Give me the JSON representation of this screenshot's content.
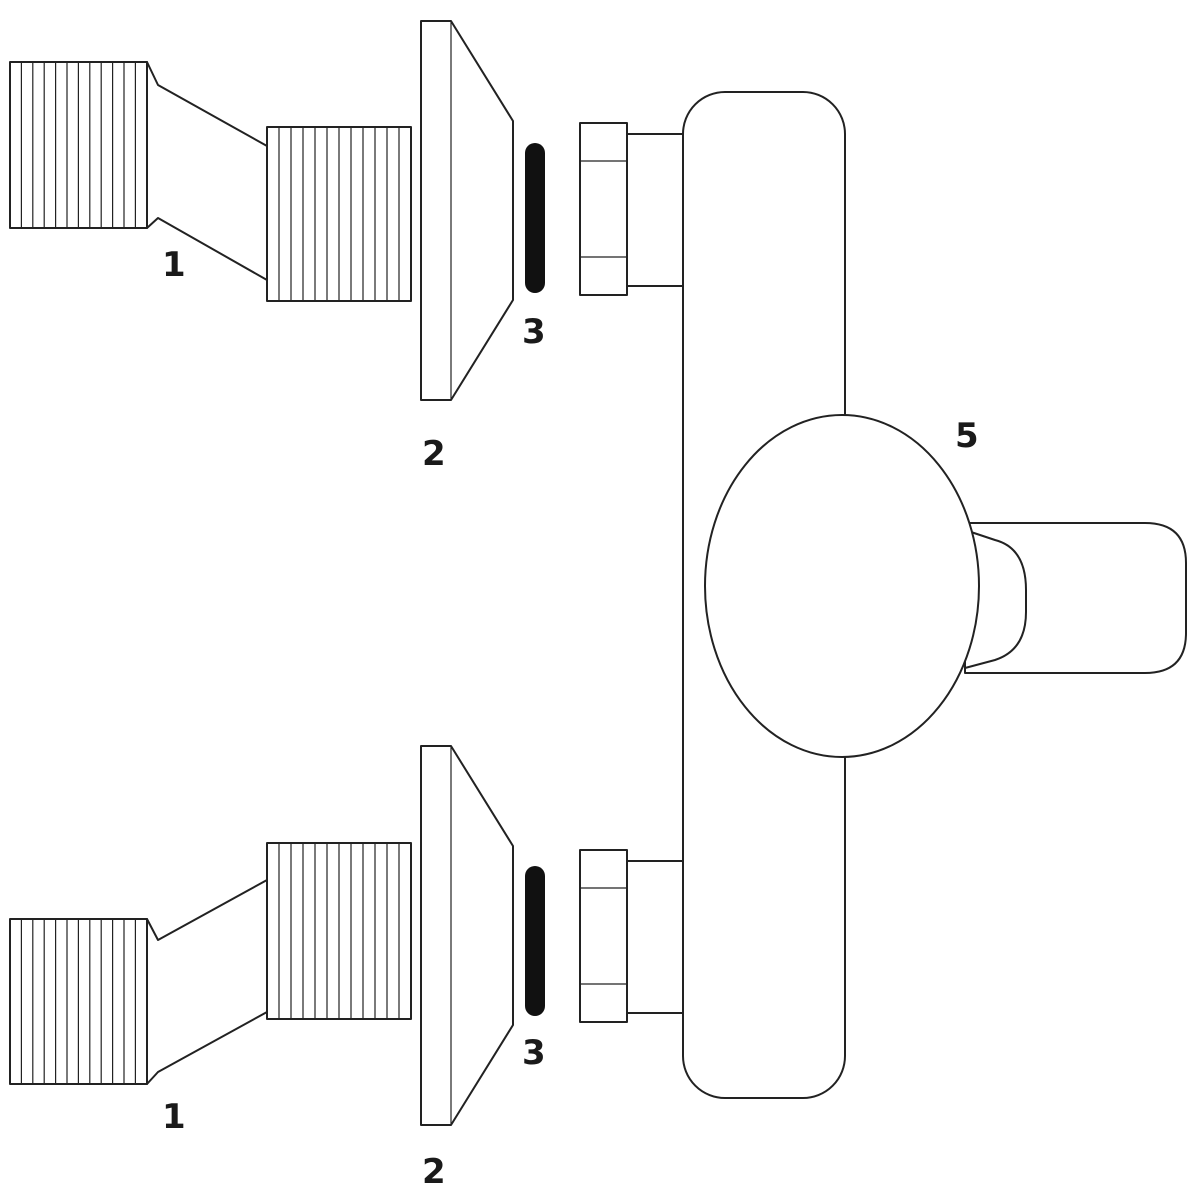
{
  "labels": {
    "eccentric_top": "1",
    "eccentric_bottom": "1",
    "cover_top": "2",
    "cover_bottom": "2",
    "seal_top": "3",
    "seal_bottom": "3",
    "mixer": "5"
  },
  "colors": {
    "line": "#222222",
    "seal": "#111111",
    "background": "#ffffff"
  }
}
